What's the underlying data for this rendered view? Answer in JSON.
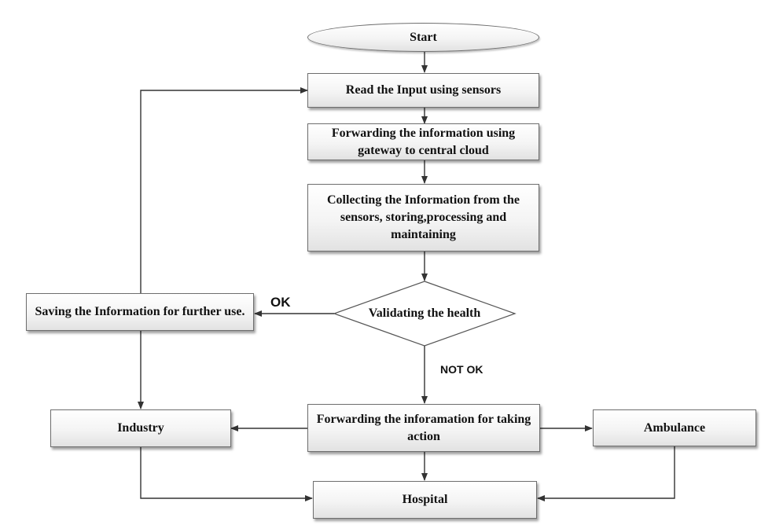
{
  "diagram": {
    "nodes": {
      "start": "Start",
      "read_input": "Read the Input using sensors",
      "forward_gateway": "Forwarding the information using gateway to central cloud",
      "collect": "Collecting the Information from the sensors, storing,processing and maintaining",
      "validate": "Validating the health",
      "save": "Saving the Information for further use.",
      "forward_action": "Forwarding the inforamation for taking action",
      "industry": "Industry",
      "ambulance": "Ambulance",
      "hospital": "Hospital"
    },
    "edge_labels": {
      "ok": "OK",
      "not_ok": "NOT OK"
    }
  }
}
